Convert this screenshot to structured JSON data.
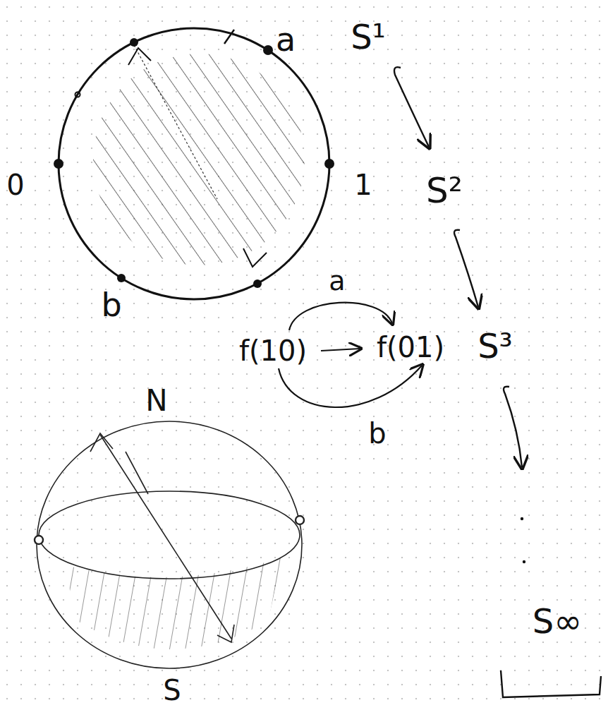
{
  "diagram": {
    "labels": [
      "a",
      "S¹",
      "0",
      "1",
      "b",
      "S²",
      "a",
      "f(10)",
      "f(01)",
      "S³",
      "b",
      "N",
      "S",
      "S∞"
    ]
  }
}
